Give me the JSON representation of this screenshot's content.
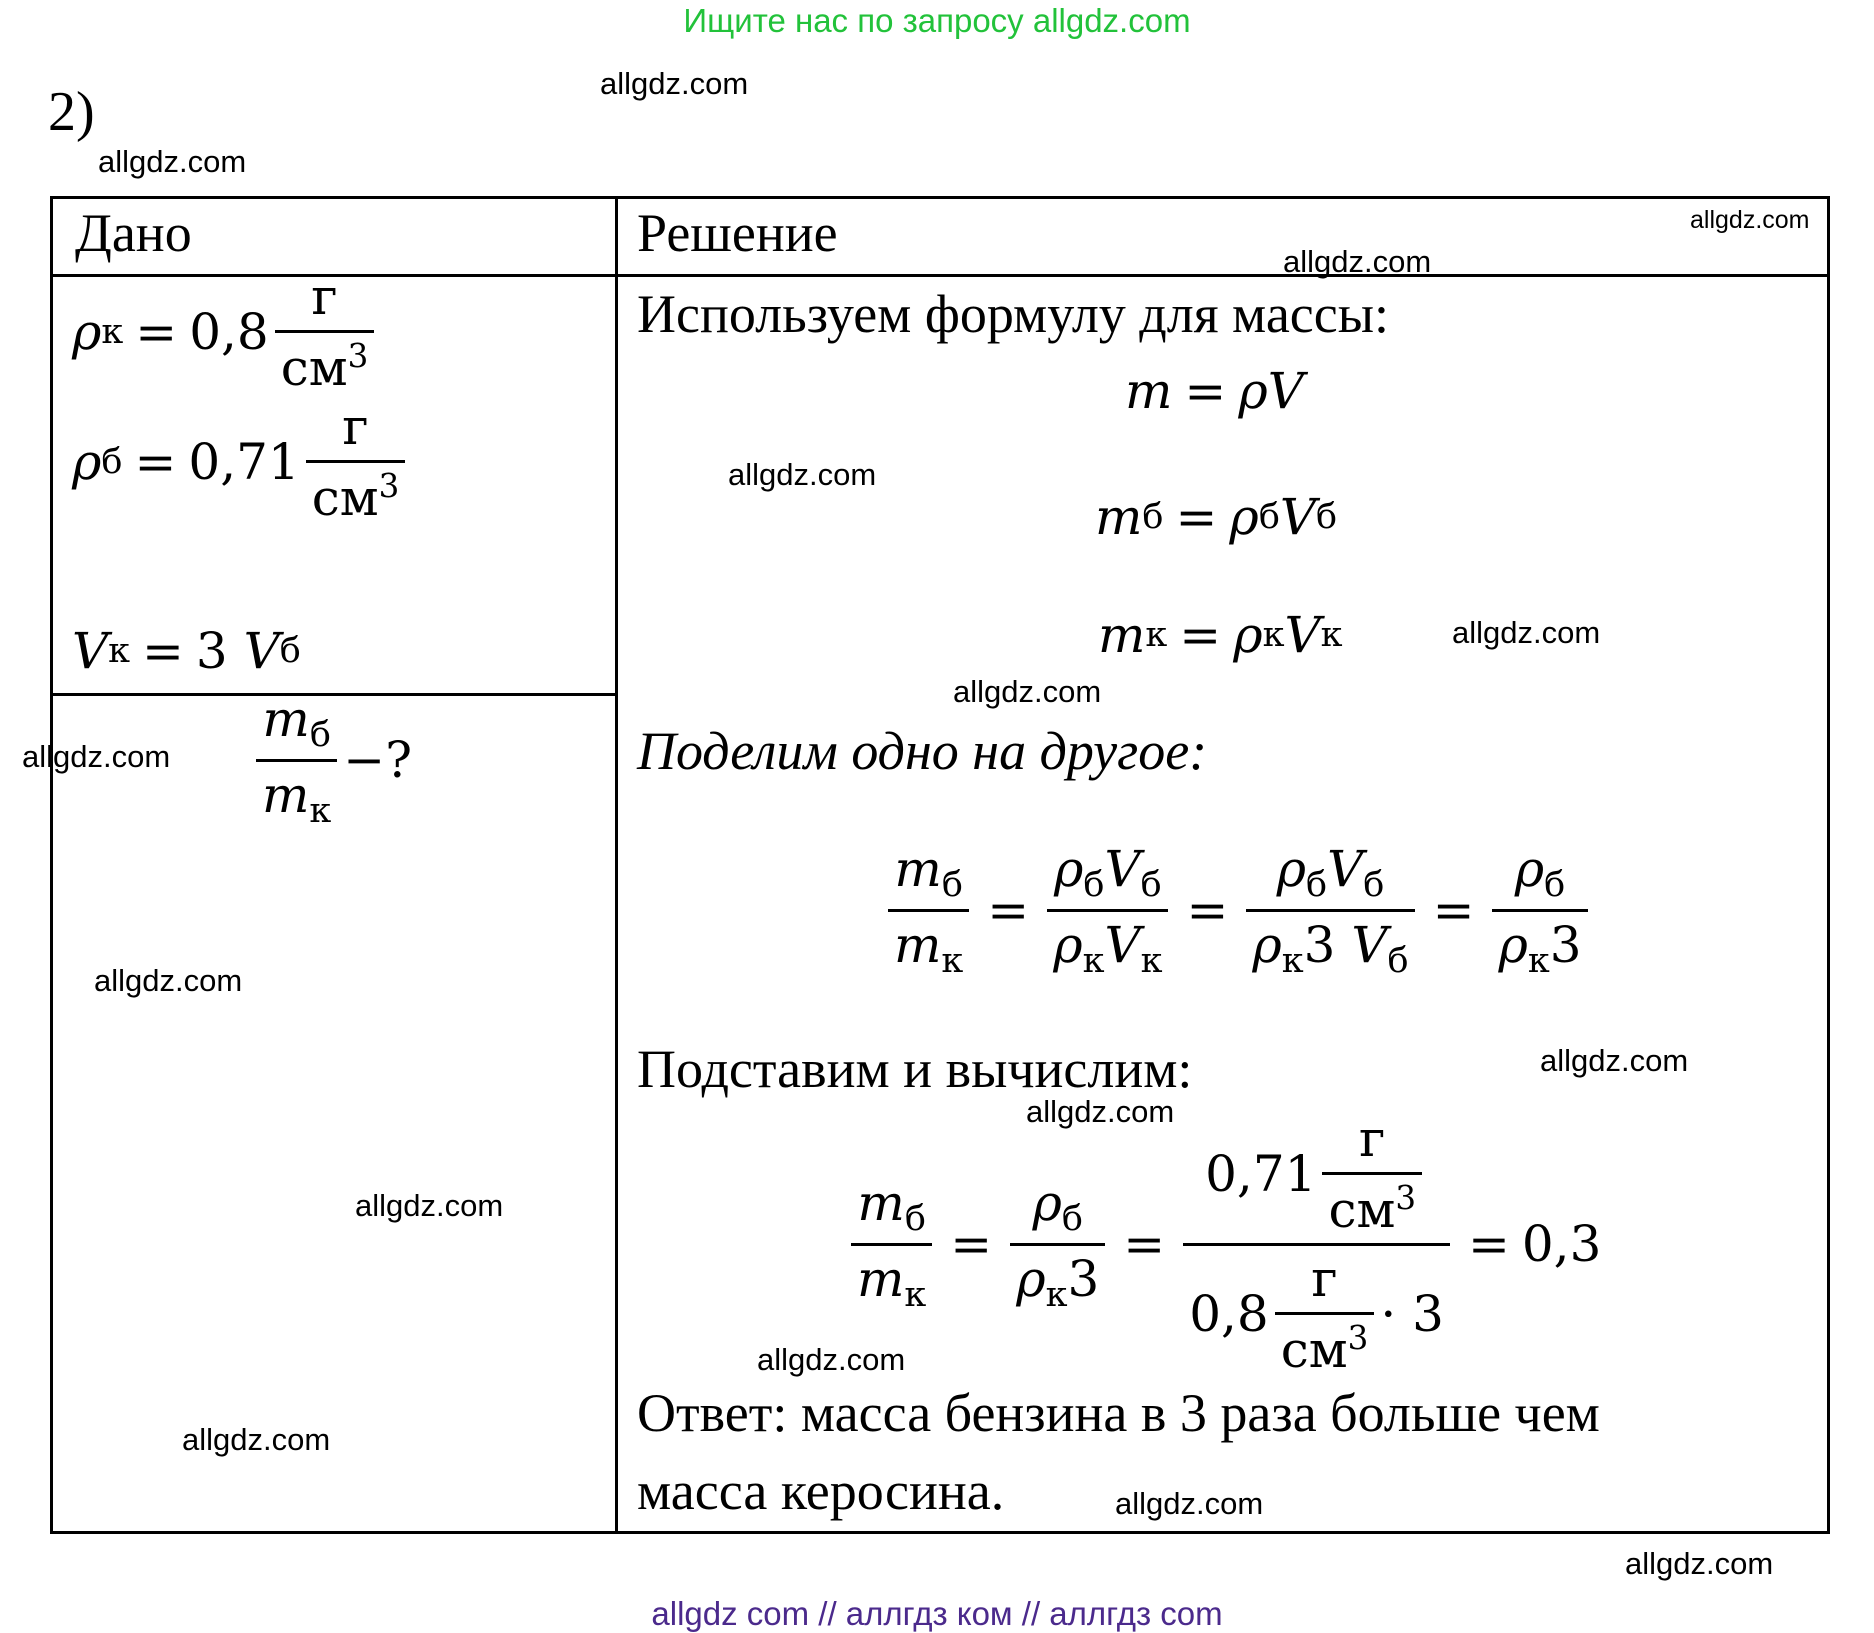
{
  "banner": {
    "text": "Ищите нас по запросу allgdz.com",
    "color": "#22c23a"
  },
  "problem_number": "2)",
  "watermark": "allgdz.com",
  "footer": {
    "text": "allgdz com  //  аллгдз ком  //  аллгдз com",
    "color": "#4b2a8c"
  },
  "given": {
    "header": "Дано",
    "rho": "ρ",
    "sub_k": "к",
    "sub_b": "б",
    "eq": "=",
    "val_k": "0,8",
    "val_b": "0,71",
    "unit_num": "г",
    "unit_den": "см",
    "unit_pow": "3",
    "V": "V",
    "three": "3",
    "m": "m",
    "question": "−?"
  },
  "solution": {
    "header": "Решение",
    "line1": "Используем формулу для массы:",
    "m": "m",
    "rho": "ρ",
    "V": "V",
    "eq": "=",
    "line2": "Поделим одно на другое:",
    "three": "3",
    "line3": "Подставим и вычислим:",
    "val_b": "0,71",
    "val_k": "0,8",
    "dot": "·",
    "result": "0,3",
    "answer_line1": "Ответ: масса бензина в 3 раза больше чем",
    "answer_line2": "масса керосина."
  }
}
